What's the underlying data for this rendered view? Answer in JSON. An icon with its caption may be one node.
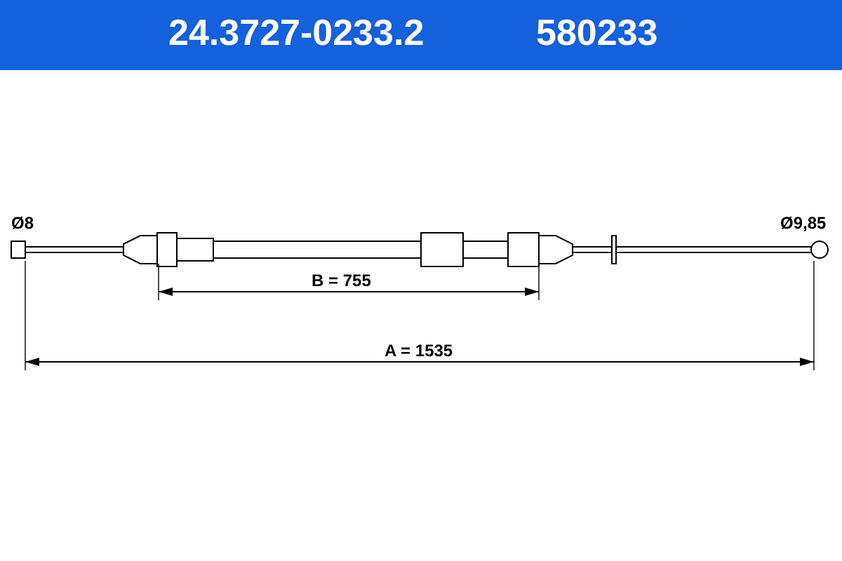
{
  "diagram": {
    "title": "24.3727-0233.2",
    "labels": [
      "580233",
      "Ø8",
      "Ø9,85",
      "B = 755",
      "A = 1535"
    ]
  }
}
